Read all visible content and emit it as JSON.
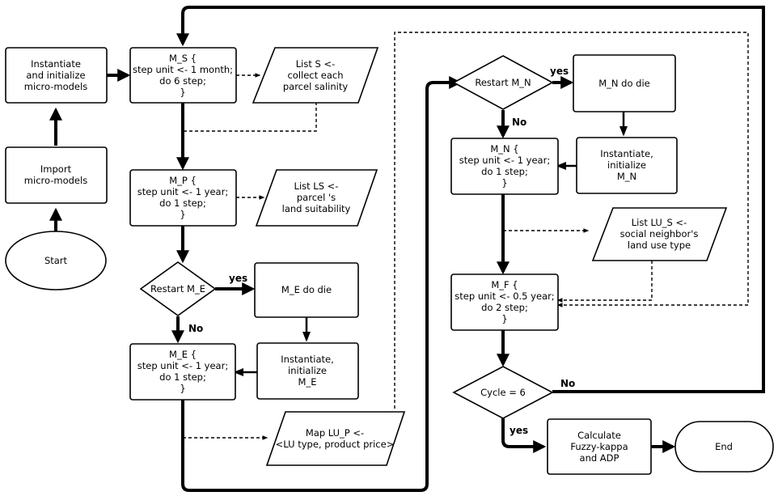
{
  "nodes": {
    "instantiate_init": [
      "Instantiate",
      "and initialize",
      "micro-models"
    ],
    "import": [
      "Import",
      "micro-models"
    ],
    "start": [
      "Start"
    ],
    "ms": [
      "M_S {",
      "step unit <- 1 month;",
      "do 6 step;",
      "}"
    ],
    "list_s": [
      "List S <-",
      "collect each",
      "parcel salinity"
    ],
    "mp": [
      "M_P {",
      "step unit <- 1 year;",
      "do 1 step;",
      "}"
    ],
    "list_ls": [
      "List LS <-",
      "parcel 's",
      "land suitability"
    ],
    "restart_me": [
      "Restart M_E"
    ],
    "me_die": [
      "M_E do die"
    ],
    "me_inst": [
      "Instantiate,",
      "initialize",
      "M_E"
    ],
    "me": [
      "M_E {",
      "step unit <- 1 year;",
      "do 1 step;",
      "}"
    ],
    "map_lup": [
      "Map LU_P <-",
      "<LU type, product price>"
    ],
    "restart_mn": [
      "Restart M_N"
    ],
    "mn_die": [
      "M_N do die"
    ],
    "mn": [
      "M_N {",
      "step unit <- 1 year;",
      "do 1 step;",
      "}"
    ],
    "mn_inst": [
      "Instantiate,",
      "initialize",
      "M_N"
    ],
    "list_lus": [
      "List LU_S <-",
      "social neighbor's",
      "land use type"
    ],
    "mf": [
      "M_F {",
      "step unit <- 0.5 year;",
      "do 2 step;",
      "}"
    ],
    "cycle": [
      "Cycle = 6"
    ],
    "calc": [
      "Calculate",
      "Fuzzy-kappa",
      "and ADP"
    ],
    "end": [
      "End"
    ]
  },
  "edge_labels": {
    "yes_me": "yes",
    "no_me": "No",
    "yes_mn": "yes",
    "no_mn": "No",
    "no_cycle": "No",
    "yes_cycle": "yes"
  }
}
